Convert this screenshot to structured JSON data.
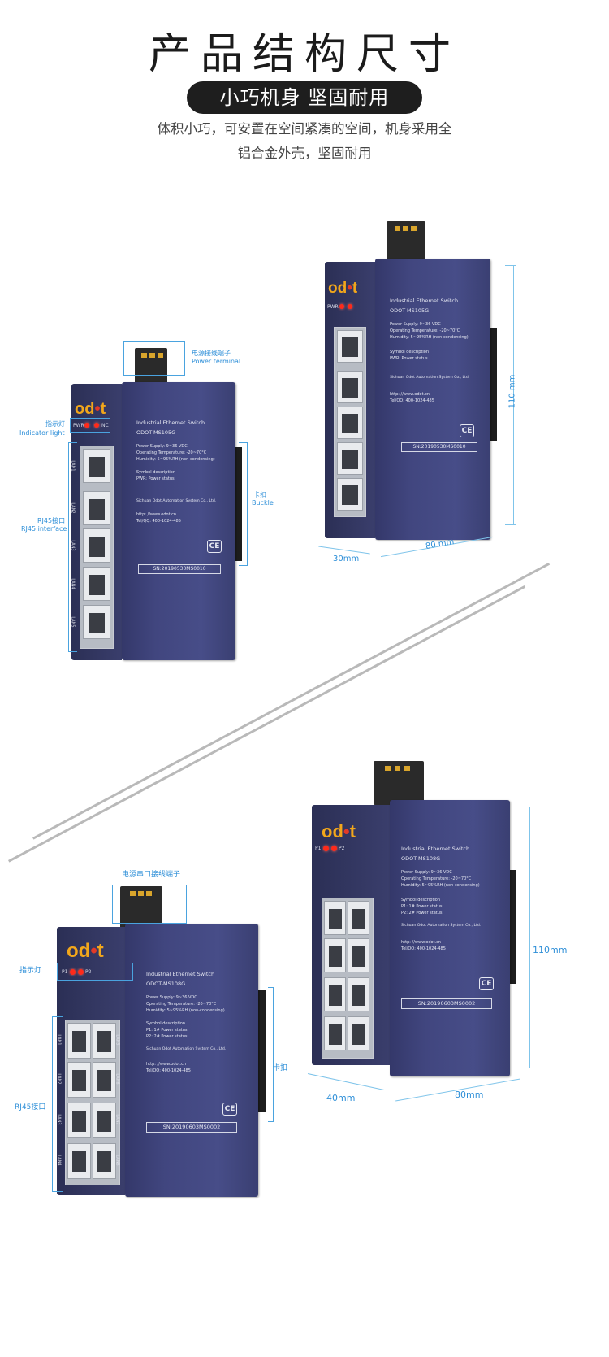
{
  "header": {
    "title": "产品结构尺寸",
    "badge": "小巧机身 坚固耐用",
    "desc_line1": "体积小巧，可安置在空间紧凑的空间，机身采用全",
    "desc_line2": "铝合金外壳，坚固耐用"
  },
  "device5": {
    "logo_pre": "od",
    "logo_dot": "•",
    "logo_post": "t",
    "led1": "PWR",
    "led2": "NC",
    "name_line1": "Industrial Ethernet Switch",
    "name_line2": "ODOT-MS105G",
    "spec1": "Power Supply:  9~36 VDC",
    "spec2": "Operating Temperature:  -20~70°C",
    "spec3": "Humidity:  5~95%RH (non-condensing)",
    "sym_title": "Symbol description",
    "sym1": "PWR:     Power status",
    "company": "Sichuan Odot Automation System Co., Ltd.",
    "web": "http: //www.odot.cn",
    "tel": "Tel/QQ:  400-1024-485",
    "ce": "CE",
    "sn": "SN:20190530MS0010",
    "lans": [
      "LAN1",
      "LAN2",
      "LAN3",
      "LAN4",
      "LAN5"
    ]
  },
  "device8": {
    "logo_pre": "od",
    "logo_dot": "•",
    "logo_post": "t",
    "led1": "P1",
    "led2": "P2",
    "name_line1": "Industrial Ethernet Switch",
    "name_line2": "ODOT-MS108G",
    "spec1": "Power Supply:  9~36 VDC",
    "spec2": "Operating Temperature:  -20~70°C",
    "spec3": "Humidity:  5~95%RH (non-condensing)",
    "sym_title": "Symbol description",
    "sym1": "P1:      1# Power status",
    "sym2": "P2:      2# Power status",
    "company": "Sichuan Odot Automation System Co., Ltd.",
    "web": "http: //www.odot.cn",
    "tel": "Tel/QQ:  400-1024-485",
    "ce": "CE",
    "sn": "SN:20190603MS0002",
    "lans": [
      "LAN1",
      "LAN2",
      "LAN3",
      "LAN4",
      "LAN5",
      "LAN6",
      "LAN7",
      "LAN8"
    ]
  },
  "callouts5": {
    "power_cn": "电源接线端子",
    "power_en": "Power terminal",
    "ind_cn": "指示灯",
    "ind_en": "Indicator light",
    "rj_cn": "RJ45接口",
    "rj_en": "RJ45 interface",
    "buckle_cn": "卡扣",
    "buckle_en": "Buckle"
  },
  "callouts8": {
    "power_cn": "电源串口接线端子",
    "ind_cn": "指示灯",
    "rj_cn": "RJ45接口",
    "buckle_cn": "卡扣"
  },
  "dims5": {
    "height": "110 mm",
    "depth": "30mm",
    "width": "80 mm"
  },
  "dims8": {
    "height": "110mm",
    "depth": "40mm",
    "width": "80mm"
  },
  "colors": {
    "logo": "#f2a71b",
    "logo_dot": "#e23a27",
    "callout": "#2e8fd8",
    "housing": "#444a84"
  }
}
